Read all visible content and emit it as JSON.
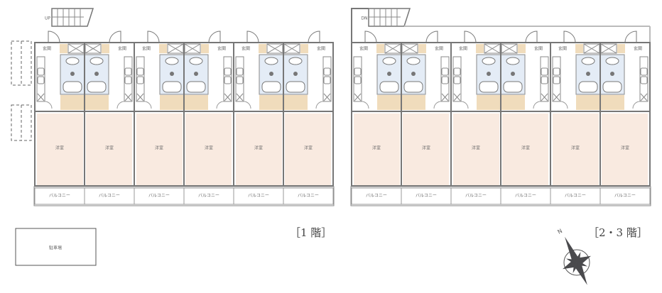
{
  "floors": [
    {
      "name": "floor-1",
      "label": "［1 階］",
      "stair_label": "UP",
      "units": 6
    },
    {
      "name": "floor-2-3",
      "label": "［2・3 階］",
      "stair_label": "DN",
      "units": 6
    }
  ],
  "rooms": {
    "entrance": "玄関",
    "western_room": "洋室",
    "balcony": "バルコニー"
  },
  "parking": "駐車場",
  "compass": "N",
  "colors": {
    "wall": "#777777",
    "tatami_tan": "#f0dcbc",
    "room_pink": "#f9eae0",
    "bath_blue": "#e4ecf6"
  }
}
